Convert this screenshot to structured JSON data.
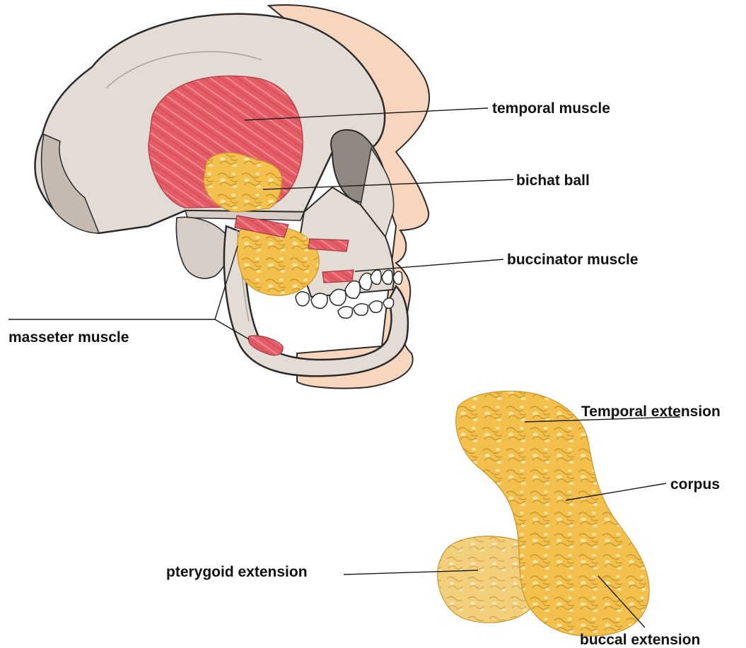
{
  "labels": {
    "temporal_muscle": "temporal muscle",
    "bichat_ball": "bichat ball",
    "buccinator_muscle": "buccinator muscle",
    "masseter_muscle": "masseter muscle",
    "temporal_extension": "Temporal extension",
    "corpus": "corpus",
    "pterygoid_extension": "pterygoid extension",
    "buccal_extension": "buccal extension"
  },
  "colors": {
    "bone": "#e3dcd5",
    "bone_shadow": "#c4bab0",
    "skin": "#f8d6bd",
    "muscle": "#e45c66",
    "fat": "#f3c04d",
    "fat_light": "#f9d978",
    "fat_dark": "#c9962b",
    "line": "#1a1a1a"
  },
  "icons": {
    "skull": "skull-illustration",
    "fat_pad": "buccal-fat-pad-illustration"
  }
}
